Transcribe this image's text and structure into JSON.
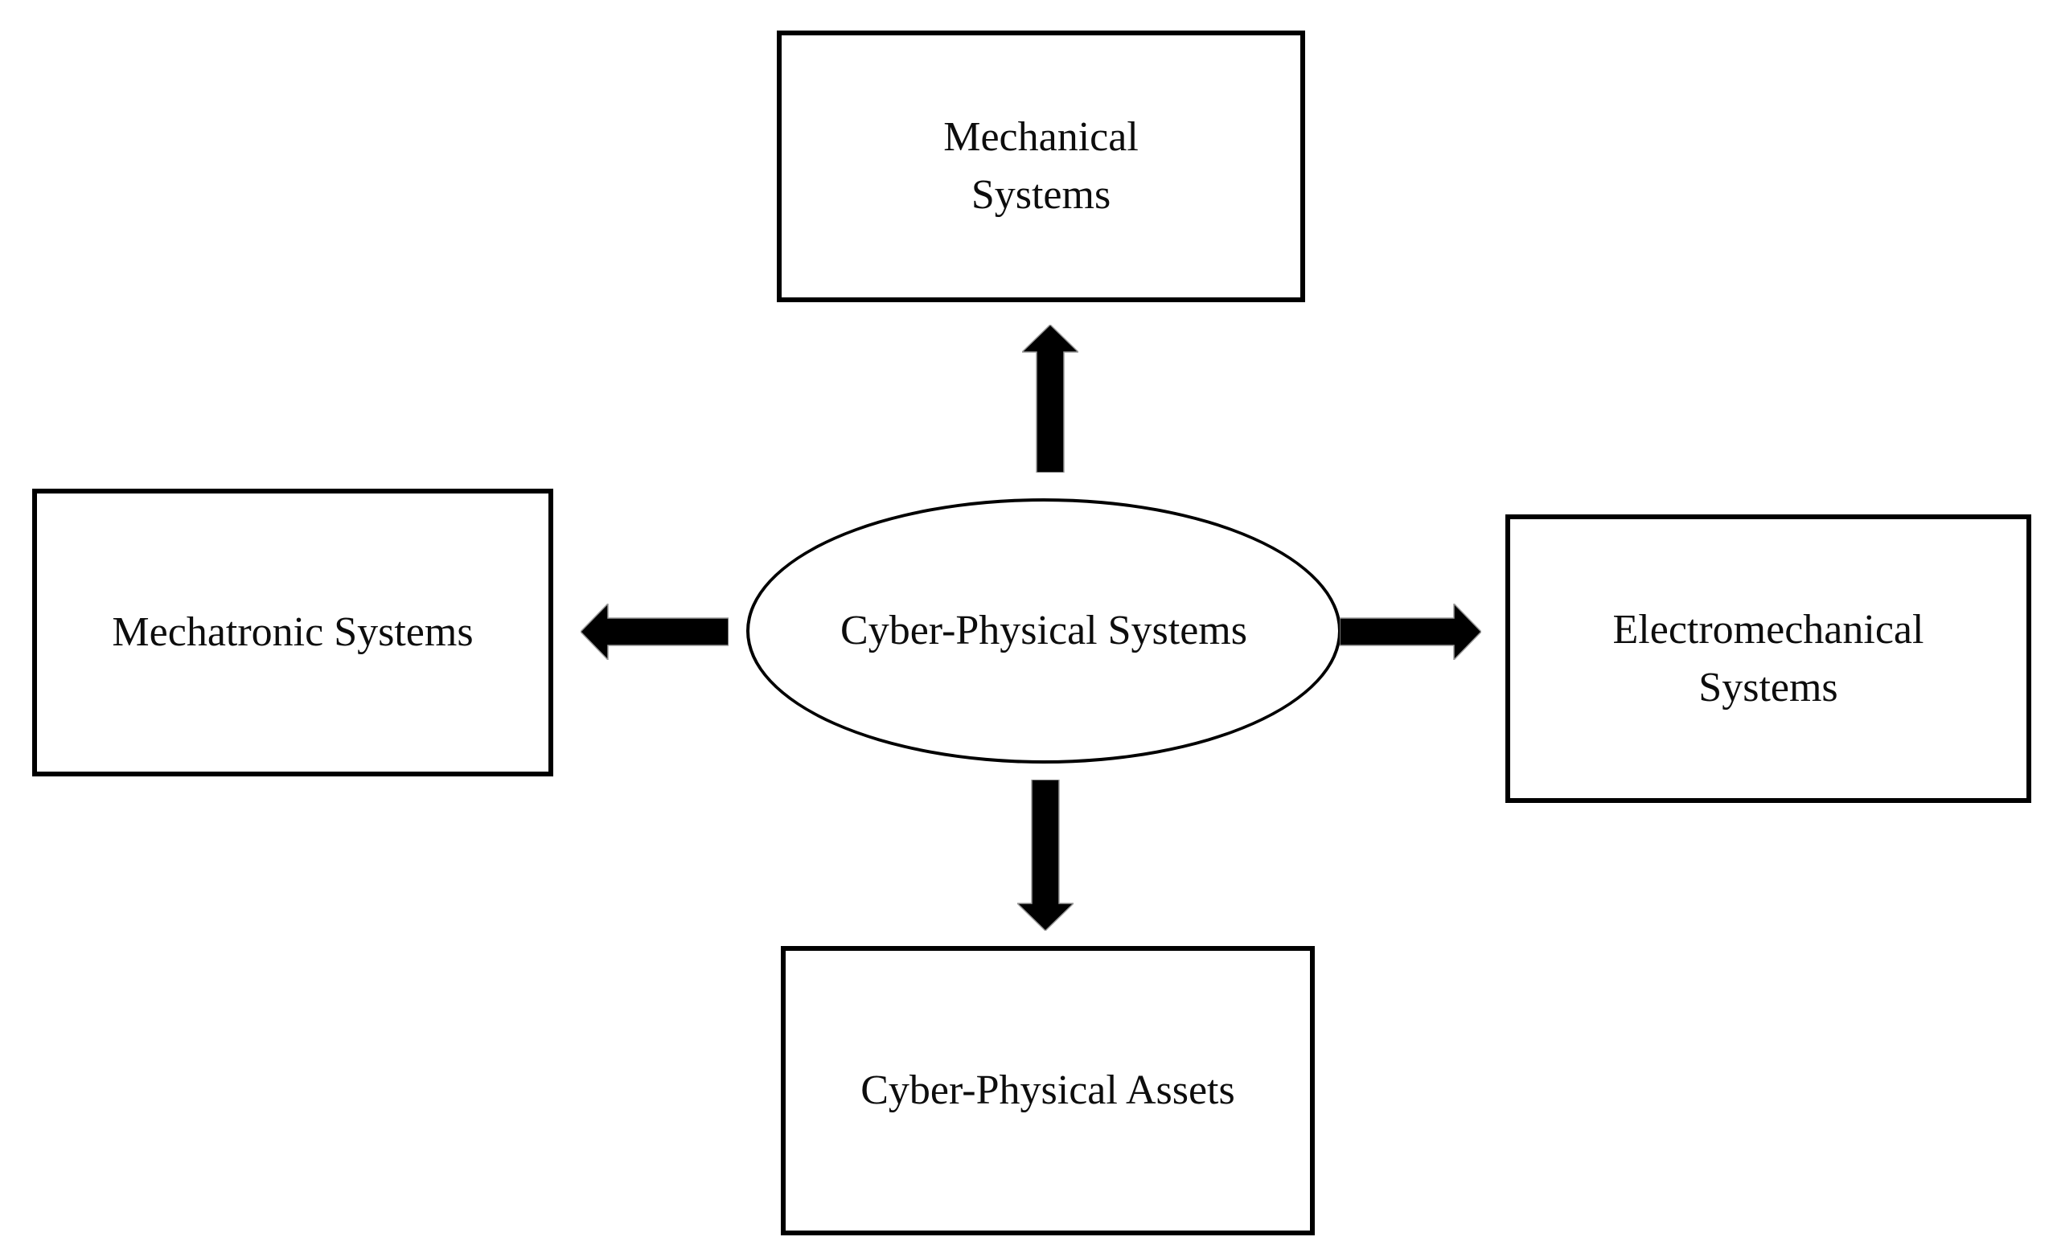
{
  "figure": {
    "background_color": "#ffffff",
    "line_color": "#000000",
    "text_color": "#0d0d0d",
    "center_node": {
      "shape": "ellipse",
      "label": "Cyber-Physical Systems"
    },
    "nodes": {
      "top": {
        "label": "Mechanical Systems",
        "line1": "Mechanical",
        "line2": "Systems"
      },
      "left": {
        "label": "Mechatronic Systems",
        "line1": "Mechatronic Systems"
      },
      "right": {
        "label": "Electromechanical Systems",
        "line1": "Electromechanical",
        "line2": "Systems"
      },
      "bottom": {
        "label": "Cyber-Physical Assets",
        "line1": "Cyber-Physical Assets"
      }
    },
    "arrows": [
      {
        "from": "Cyber-Physical Systems",
        "to": "Mechanical Systems",
        "direction": "up"
      },
      {
        "from": "Cyber-Physical Systems",
        "to": "Mechatronic Systems",
        "direction": "left"
      },
      {
        "from": "Cyber-Physical Systems",
        "to": "Electromechanical Systems",
        "direction": "right"
      },
      {
        "from": "Cyber-Physical Systems",
        "to": "Cyber-Physical Assets",
        "direction": "down"
      }
    ]
  }
}
